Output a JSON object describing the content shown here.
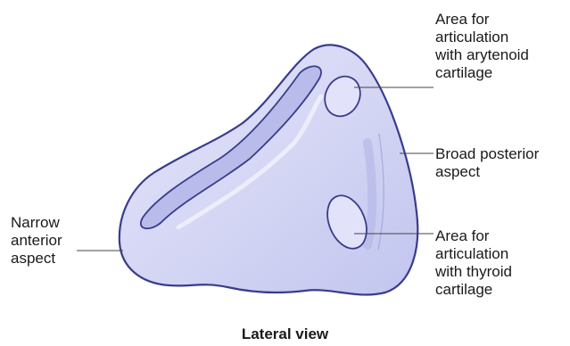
{
  "labels": {
    "arytenoid_facet": "Area for\narticulation\nwith arytenoid\ncartilage",
    "posterior_aspect": "Broad posterior\naspect",
    "thyroid_facet": "Area for\narticulation\nwith thyroid\ncartilage",
    "anterior_aspect": "Narrow\nanterior\naspect"
  },
  "caption": "Lateral view",
  "colors": {
    "cartilage_fill": "#d6d8f6",
    "cartilage_shade": "#b8bbea",
    "cartilage_highlight": "#eeeffc",
    "outline": "#3a3c8c",
    "leader_line": "#444444"
  }
}
